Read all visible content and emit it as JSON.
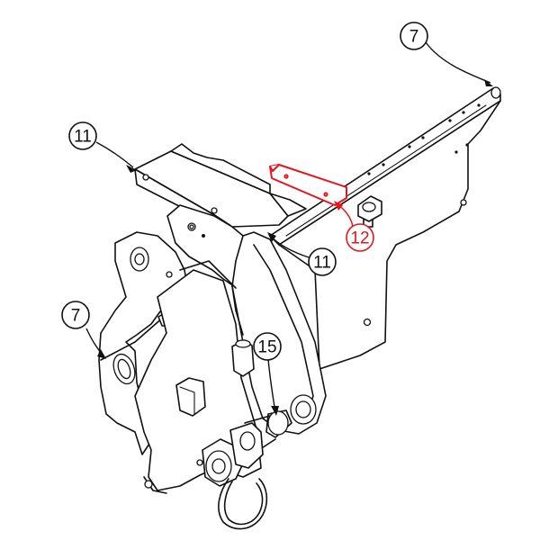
{
  "colors": {
    "line": "#111111",
    "highlight": "#e8141c",
    "background": "#ffffff"
  },
  "callouts": {
    "c7_top": "7",
    "c11_top": "11",
    "c12": "12",
    "c11_mid": "11",
    "c7_left": "7",
    "c15": "15"
  },
  "highlighted_part": "12"
}
